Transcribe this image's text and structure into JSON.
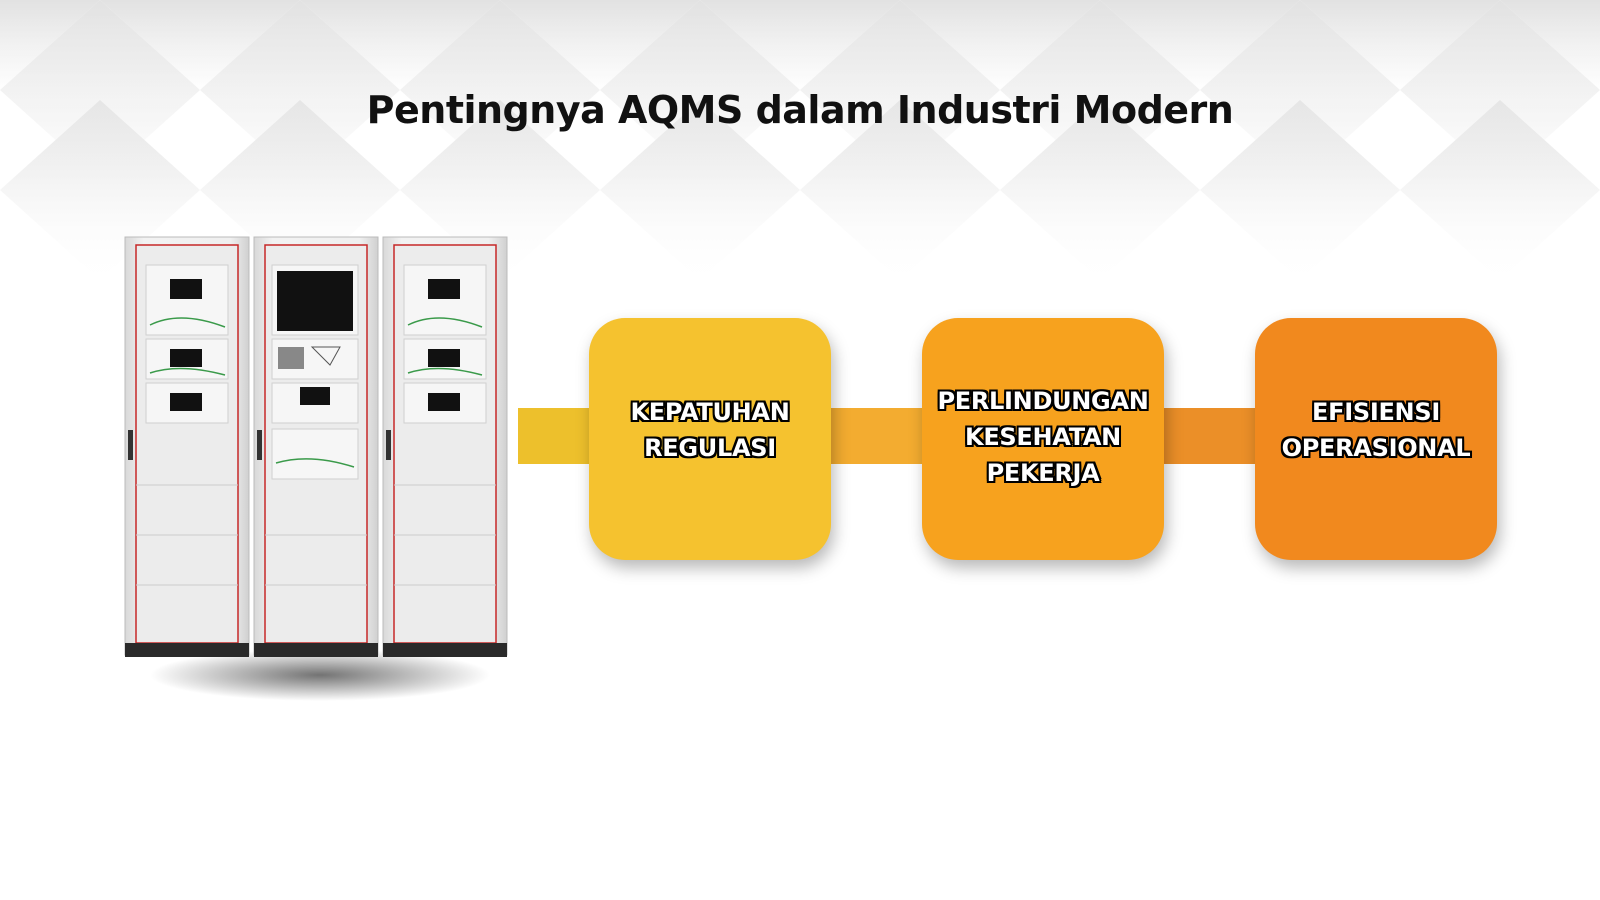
{
  "title": "Pentingnya AQMS dalam Industri Modern",
  "colors": {
    "step1": "#F5C22F",
    "step2": "#F7A21E",
    "step3": "#F1891E",
    "connector1": "#EDC02C",
    "connector2": "#F3AC30",
    "connector3": "#EB8F28"
  },
  "steps": [
    {
      "label_line1": "KEPATUHAN",
      "label_line2": "REGULASI",
      "label_line3": ""
    },
    {
      "label_line1": "PERLINDUNGAN",
      "label_line2": "KESEHATAN",
      "label_line3": "PEKERJA"
    },
    {
      "label_line1": "EFISIENSI",
      "label_line2": "OPERASIONAL",
      "label_line3": ""
    }
  ]
}
